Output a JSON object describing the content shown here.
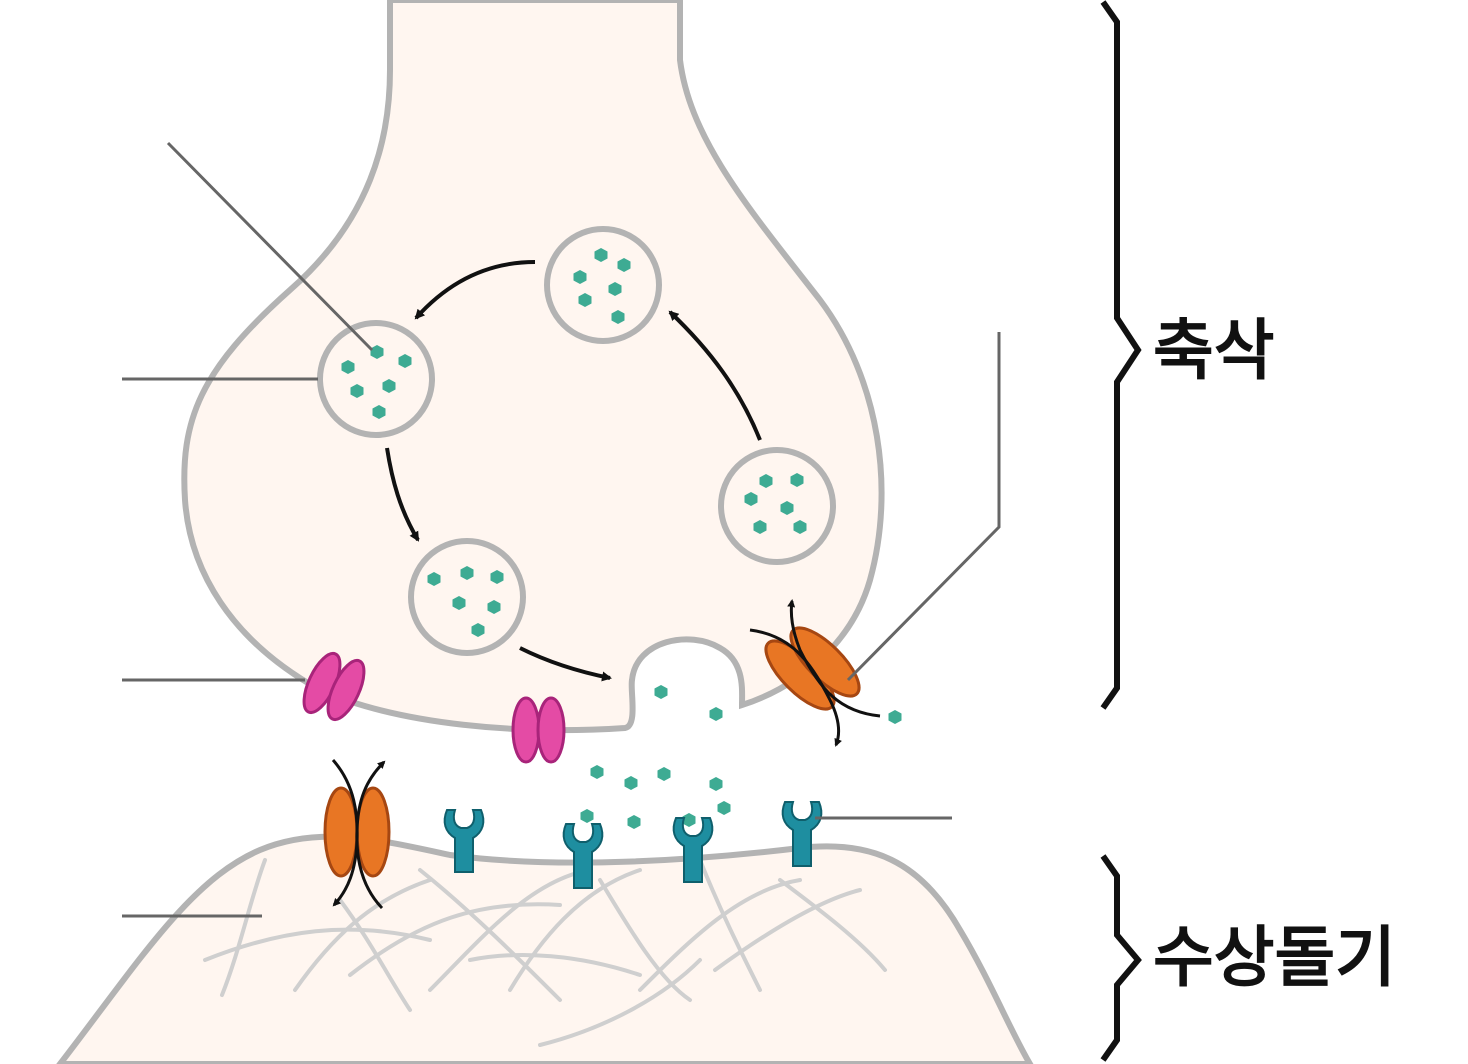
{
  "labels": {
    "axon": "축삭",
    "dendrite": "수상돌기"
  },
  "colors": {
    "membrane": "#b3b3b3",
    "cytoplasm": "#fff6f0",
    "neurotransmitter": "#3eab93",
    "calcium_channel": "#e44ba5",
    "reuptake_transporter": "#e87624",
    "receptor": "#1e8ea0",
    "leader_line": "#666666",
    "bracket": "#111111"
  },
  "icons": {
    "vesicle": "circle-with-dots",
    "calcium_channel": "pink-ellipse-pair",
    "transporter": "orange-ellipse-pair-with-arrows",
    "receptor": "y-shaped-receptor"
  }
}
